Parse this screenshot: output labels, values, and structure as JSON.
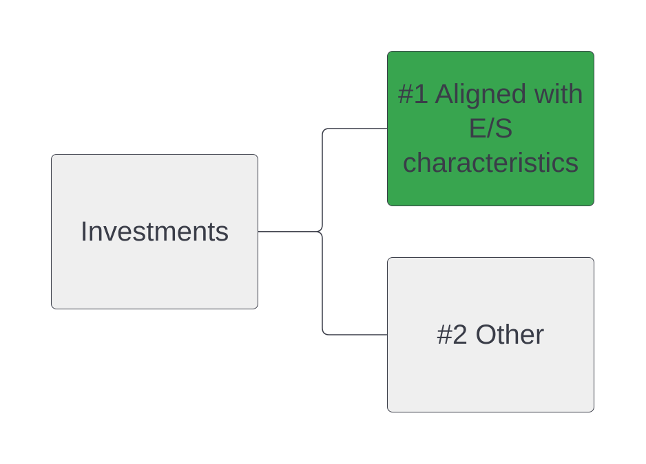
{
  "nodes": {
    "root": {
      "label": "Investments",
      "fill": "#efefef"
    },
    "aligned": {
      "label": "#1 Aligned with E/S characteristics",
      "fill": "#38a54f"
    },
    "other": {
      "label": "#2 Other",
      "fill": "#efefef"
    }
  },
  "colors": {
    "stroke": "#3a3d48",
    "text": "#3a3d48",
    "background": "#ffffff"
  }
}
